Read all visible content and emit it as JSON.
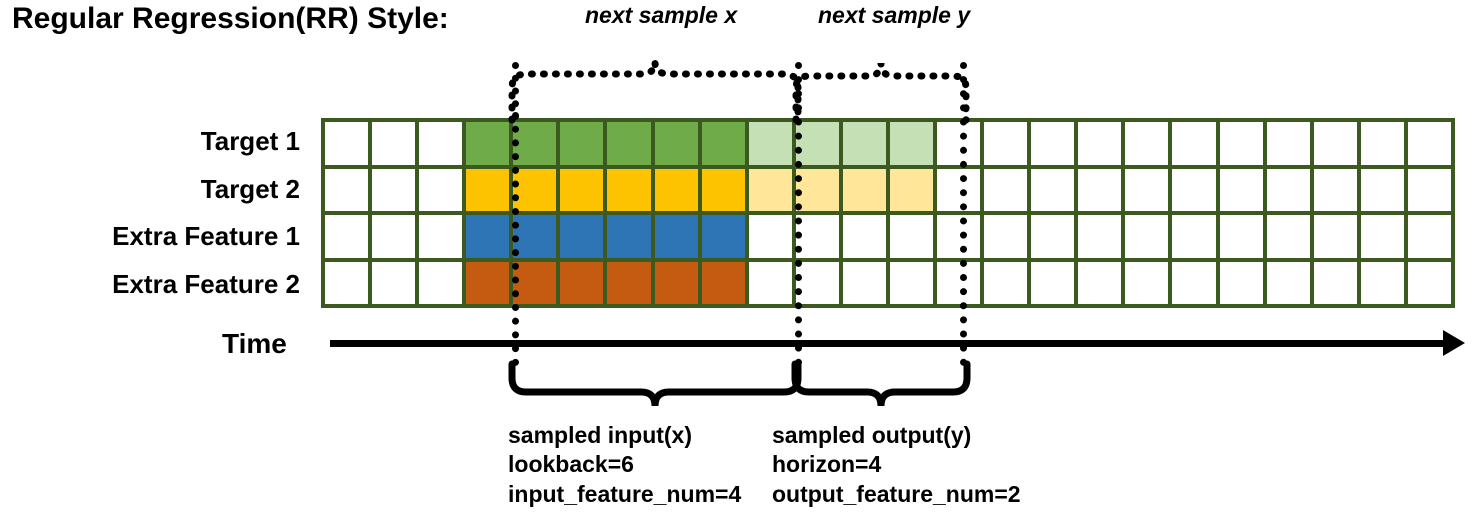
{
  "title": "Regular Regression(RR) Style:",
  "colors": {
    "grid_border": "#3c5a20",
    "target1": "#6fab48",
    "target1_light": "#c5e0b4",
    "target2": "#fdc300",
    "target2_light": "#ffe699",
    "extra1": "#2e75b6",
    "extra2": "#c55a11",
    "empty": "#ffffff",
    "line": "#000000"
  },
  "rows": [
    {
      "label": "Target 1"
    },
    {
      "label": "Target 2"
    },
    {
      "label": "Extra Feature 1"
    },
    {
      "label": "Extra Feature 2"
    }
  ],
  "grid": {
    "columns": 24,
    "rows": 4,
    "lead_empty": 3,
    "input_len": 6,
    "output_len": 4,
    "trail_empty": 11,
    "fills": [
      [
        "empty",
        "empty",
        "empty",
        "input",
        "input",
        "input",
        "input",
        "input",
        "input",
        "output",
        "output",
        "output",
        "output",
        "empty",
        "empty",
        "empty",
        "empty",
        "empty",
        "empty",
        "empty",
        "empty",
        "empty",
        "empty",
        "empty"
      ],
      [
        "empty",
        "empty",
        "empty",
        "input",
        "input",
        "input",
        "input",
        "input",
        "input",
        "output",
        "output",
        "output",
        "output",
        "empty",
        "empty",
        "empty",
        "empty",
        "empty",
        "empty",
        "empty",
        "empty",
        "empty",
        "empty",
        "empty"
      ],
      [
        "empty",
        "empty",
        "empty",
        "input",
        "input",
        "input",
        "input",
        "input",
        "input",
        "empty",
        "empty",
        "empty",
        "empty",
        "empty",
        "empty",
        "empty",
        "empty",
        "empty",
        "empty",
        "empty",
        "empty",
        "empty",
        "empty",
        "empty"
      ],
      [
        "empty",
        "empty",
        "empty",
        "input",
        "input",
        "input",
        "input",
        "input",
        "input",
        "empty",
        "empty",
        "empty",
        "empty",
        "empty",
        "empty",
        "empty",
        "empty",
        "empty",
        "empty",
        "empty",
        "empty",
        "empty",
        "empty",
        "empty"
      ]
    ]
  },
  "top_annotations": [
    {
      "label": "next sample x"
    },
    {
      "label": "next sample y"
    }
  ],
  "time_axis": {
    "label": "Time"
  },
  "bottom_annotations": [
    {
      "name": "sampled-input",
      "lines": [
        "sampled input(x)",
        "lookback=6",
        "input_feature_num=4"
      ]
    },
    {
      "name": "sampled-output",
      "lines": [
        "sampled output(y)",
        "horizon=4",
        "output_feature_num=2"
      ]
    }
  ],
  "chart_data": {
    "type": "table",
    "title": "Regular Regression(RR) Style:",
    "categories": [
      "Target 1",
      "Target 2",
      "Extra Feature 1",
      "Extra Feature 2"
    ],
    "total_timesteps": 24,
    "input_window": {
      "start_index": 3,
      "length": 6,
      "features": 4
    },
    "output_window": {
      "start_index": 9,
      "length": 4,
      "features": 2
    },
    "annotations": [
      "next sample x",
      "next sample y",
      "sampled input(x)",
      "sampled output(y)"
    ]
  }
}
